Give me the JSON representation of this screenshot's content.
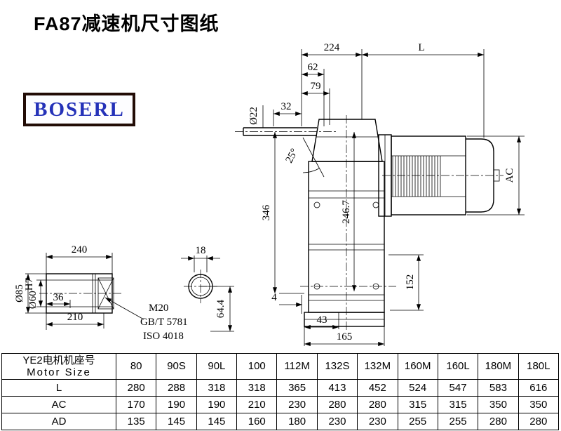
{
  "page": {
    "title": "FA87减速机尺寸图纸",
    "brand": "BOSERL"
  },
  "drawing": {
    "labels": {
      "d224": "224",
      "dL": "L",
      "d62": "62",
      "d79": "79",
      "d32": "32",
      "dia22": "Ø22",
      "angle25": "25°",
      "d346": "346",
      "d246_7": "246.7",
      "dAC": "AC",
      "d152": "152",
      "d4": "4",
      "d43": "43",
      "d165": "165",
      "d240": "240",
      "dia85": "Ø85",
      "dia60": "Ø60",
      "dia60_tol": "H7",
      "d36": "36",
      "d210": "210",
      "d18": "18",
      "d64_4": "64.4",
      "note_m20": "M20",
      "note_gbt": "GB/T 5781",
      "note_iso": "ISO 4018"
    }
  },
  "table": {
    "header_line1": "YE2电机机座号",
    "header_line2": "Motor Size",
    "columns": [
      "80",
      "90S",
      "90L",
      "100",
      "112M",
      "132S",
      "132M",
      "160M",
      "160L",
      "180M",
      "180L"
    ],
    "rows": [
      {
        "label": "L",
        "values": [
          "280",
          "288",
          "318",
          "318",
          "365",
          "413",
          "452",
          "524",
          "547",
          "583",
          "616"
        ]
      },
      {
        "label": "AC",
        "values": [
          "170",
          "190",
          "190",
          "210",
          "230",
          "280",
          "280",
          "315",
          "315",
          "350",
          "350"
        ]
      },
      {
        "label": "AD",
        "values": [
          "135",
          "145",
          "145",
          "160",
          "180",
          "230",
          "230",
          "255",
          "255",
          "280",
          "280"
        ]
      }
    ]
  }
}
